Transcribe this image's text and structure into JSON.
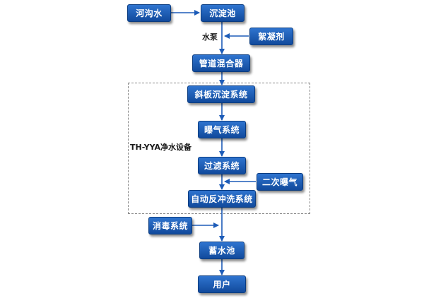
{
  "nodes": {
    "river_water": "河沟水",
    "sedimentation_tank": "沉淀池",
    "flocculant": "絮凝剂",
    "pipe_mixer": "管道混合器",
    "inclined_plate": "斜板沉淀系统",
    "aeration": "曝气系统",
    "filtration": "过滤系统",
    "secondary_aeration": "二次曝气",
    "backwash": "自动反冲洗系统",
    "disinfection": "消毒系统",
    "storage_tank": "蓄水池",
    "user": "用户"
  },
  "labels": {
    "pump": "水泵",
    "equipment": "TH-YYA净水设备"
  },
  "colors": {
    "node_top": "#2f74cf",
    "node_bottom": "#114a9c",
    "arrow": "#1d5cb8",
    "frame": "#888888"
  }
}
